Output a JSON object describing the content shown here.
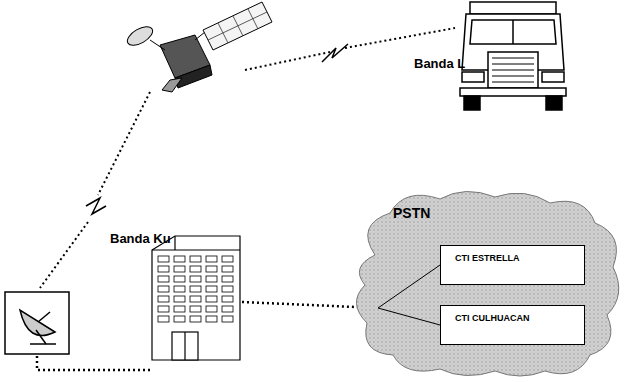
{
  "diagram": {
    "nodes": [
      {
        "text": [
          "PSTN"
        ]
      },
      {
        "text": [
          "CTI ESTRELLA"
        ],
        "in": 0
      },
      {
        "text": [
          "CTI CULHUACAN"
        ],
        "in": 0
      }
    ],
    "labels": [
      "Banda L",
      "Banda Ku"
    ]
  }
}
